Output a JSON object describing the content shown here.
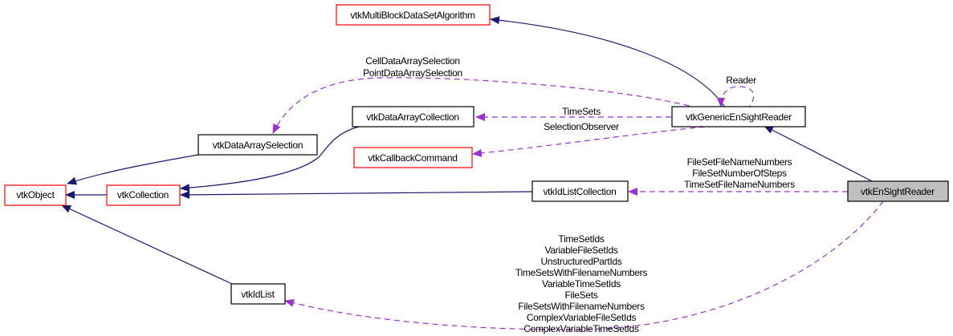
{
  "colors": {
    "inheritance_edge": "#191970",
    "usage_edge": "#9a32cd",
    "node_border_default": "#000000",
    "node_border_undocumented": "#ff0000",
    "node_fill_focus": "#bfbfbf",
    "node_fill": "#ffffff"
  },
  "nodes": {
    "vtkObject": "vtkObject",
    "vtkCollection": "vtkCollection",
    "vtkDataArraySelection": "vtkDataArraySelection",
    "vtkDataArrayCollection": "vtkDataArrayCollection",
    "vtkCallbackCommand": "vtkCallbackCommand",
    "vtkMultiBlockDataSetAlgorithm": "vtkMultiBlockDataSetAlgorithm",
    "vtkGenericEnSightReader": "vtkGenericEnSightReader",
    "vtkIdListCollection": "vtkIdListCollection",
    "vtkEnSightReader": "vtkEnSightReader",
    "vtkIdList": "vtkIdList"
  },
  "edge_labels": {
    "data_array_selection": [
      "CellDataArraySelection",
      "PointDataArraySelection"
    ],
    "time_sets": "TimeSets",
    "selection_observer": "SelectionObserver",
    "reader": "Reader",
    "idlist_collection": [
      "FileSetFileNameNumbers",
      "FileSetNumberOfSteps",
      "TimeSetFileNameNumbers"
    ],
    "idlist": [
      "TimeSetIds",
      "VariableFileSetIds",
      "UnstructuredPartIds",
      "TimeSetsWithFilenameNumbers",
      "VariableTimeSetIds",
      "FileSets",
      "FileSetsWithFilenameNumbers",
      "ComplexVariableFileSetIds",
      "ComplexVariableTimeSetIds"
    ]
  }
}
